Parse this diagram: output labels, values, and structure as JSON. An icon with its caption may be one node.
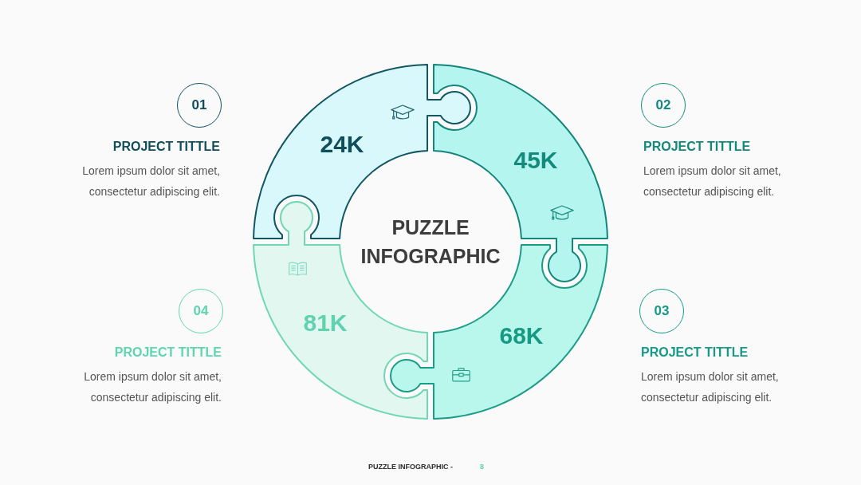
{
  "diagram": {
    "title": "PUZZLE INFOGRAPHIC",
    "nodes": [
      {
        "text": [
          "01"
        ],
        "beside": [
          "PROJECT TITTLE",
          "Lorem ipsum dolor sit amet, consectetur adipiscing elit."
        ]
      },
      {
        "text": [
          "24K"
        ]
      },
      {
        "text": [
          "45K"
        ]
      },
      {
        "text": [
          "02"
        ],
        "beside": [
          "PROJECT TITTLE",
          "Lorem ipsum dolor sit amet, consectetur adipiscing elit."
        ]
      },
      {
        "text": [
          "04"
        ],
        "beside": [
          "PROJECT TITTLE",
          "Lorem ipsum dolor sit amet, consectetur adipiscing elit."
        ]
      },
      {
        "text": [
          "81K"
        ]
      },
      {
        "text": [
          "68K"
        ]
      },
      {
        "text": [
          "03"
        ],
        "beside": [
          "PROJECT TITTLE",
          "Lorem ipsum dolor sit amet, consectetur adipiscing elit."
        ]
      }
    ],
    "labels": [
      "PUZZLE INFOGRAPHIC -",
      "8"
    ]
  }
}
